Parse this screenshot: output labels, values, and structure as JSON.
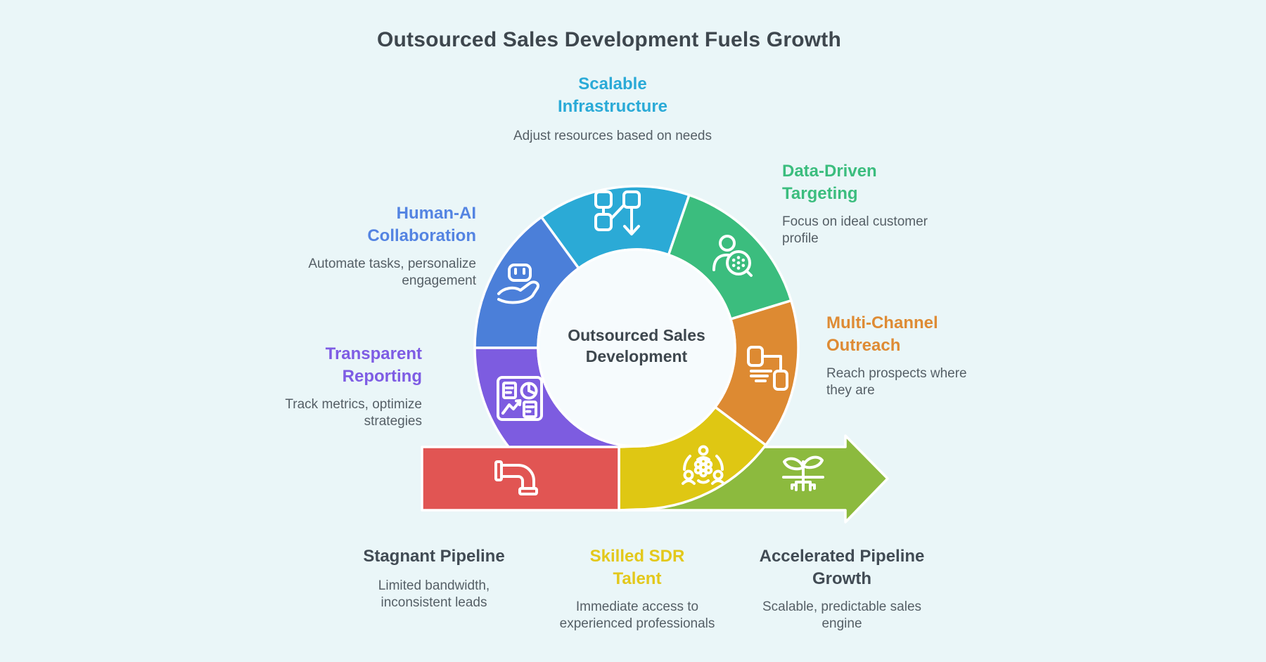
{
  "title": "Outsourced Sales Development Fuels Growth",
  "center": {
    "label": "Outsourced Sales Development"
  },
  "palette": {
    "background": "#eaf6f8",
    "inner_circle": "#f6fbfd",
    "dark_text": "#3e474e",
    "body_text": "#555f66",
    "cyan": "#2baad6",
    "green": "#3bbd7e",
    "orange": "#dd8a32",
    "yellow": "#dfc713",
    "purple": "#7d5ce0",
    "blue": "#4b7fd9",
    "red": "#e15553",
    "olive": "#8cba3e"
  },
  "sections": [
    {
      "id": "scalable-infrastructure",
      "label": "Scalable Infrastructure",
      "description": "Adjust resources based on needs",
      "heading_color": "#2aaad7",
      "segment_color": "#2baad6",
      "icon": "flowchart-icon"
    },
    {
      "id": "data-driven-targeting",
      "label": "Data-Driven Targeting",
      "description": "Focus on ideal customer profile",
      "heading_color": "#3bbd7e",
      "segment_color": "#3bbd7e",
      "icon": "person-search-icon"
    },
    {
      "id": "multi-channel-outreach",
      "label": "Multi-Channel Outreach",
      "description": "Reach prospects where they are",
      "heading_color": "#de8b34",
      "segment_color": "#dd8a32",
      "icon": "devices-icon"
    },
    {
      "id": "human-ai-collaboration",
      "label": "Human-AI Collaboration",
      "description": "Automate tasks, personalize engagement",
      "heading_color": "#5484e2",
      "segment_color": "#4b7fd9",
      "icon": "robot-hand-icon"
    },
    {
      "id": "transparent-reporting",
      "label": "Transparent Reporting",
      "description": "Track metrics, optimize strategies",
      "heading_color": "#7e5ce4",
      "segment_color": "#7d5ce0",
      "icon": "report-icon"
    },
    {
      "id": "stagnant-pipeline",
      "label": "Stagnant Pipeline",
      "description": "Limited bandwidth, inconsistent leads",
      "heading_color": "#414b54",
      "segment_color": "#e15553",
      "icon": "pipe-icon"
    },
    {
      "id": "skilled-sdr-talent",
      "label": "Skilled SDR Talent",
      "description": "Immediate access to experienced professionals",
      "heading_color": "#e3c81b",
      "segment_color": "#dfc713",
      "icon": "team-gear-icon"
    },
    {
      "id": "accelerated-pipeline-growth",
      "label": "Accelerated Pipeline Growth",
      "description": "Scalable, predictable sales engine",
      "heading_color": "#414b54",
      "segment_color": "#8cba3e",
      "icon": "sprout-icon"
    }
  ]
}
